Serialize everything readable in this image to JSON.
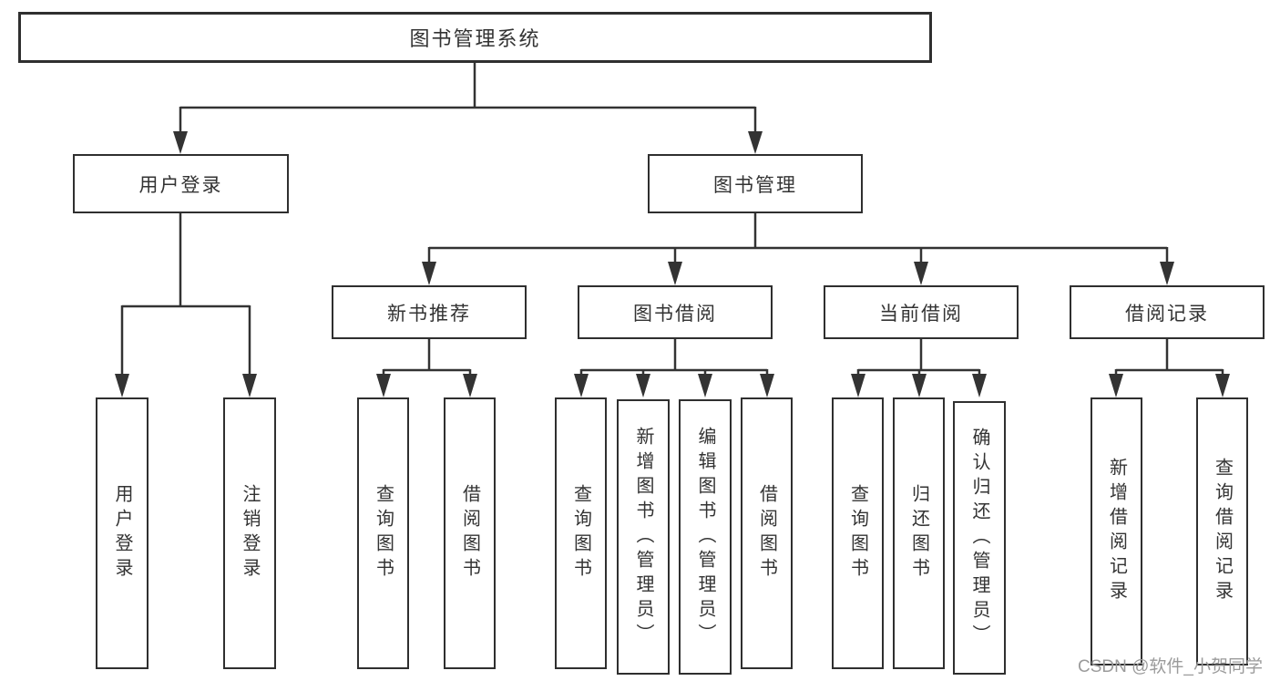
{
  "root": {
    "label": "图书管理系统"
  },
  "level2": {
    "user_login": {
      "label": "用户登录"
    },
    "book_mgmt": {
      "label": "图书管理"
    }
  },
  "level3": {
    "new_books": {
      "label": "新书推荐"
    },
    "book_borrow": {
      "label": "图书借阅"
    },
    "current_borrow": {
      "label": "当前借阅"
    },
    "borrow_records": {
      "label": "借阅记录"
    }
  },
  "leaves": {
    "user_login": {
      "label": "用户登录"
    },
    "logout_login": {
      "label": "注销登录"
    },
    "newbooks_query_books": {
      "label": "查询图书"
    },
    "newbooks_borrow_books": {
      "label": "借阅图书"
    },
    "borrow_query_books": {
      "label": "查询图书"
    },
    "borrow_add_books": {
      "label": "新增图书（管理员）"
    },
    "borrow_edit_books": {
      "label": "编辑图书（管理员）"
    },
    "borrow_borrow_books": {
      "label": "借阅图书"
    },
    "current_query_books": {
      "label": "查询图书"
    },
    "current_return_books": {
      "label": "归还图书"
    },
    "current_confirm_return": {
      "label": "确认归还（管理员）"
    },
    "records_add_record": {
      "label": "新增借阅记录"
    },
    "records_query_record": {
      "label": "查询借阅记录"
    }
  },
  "watermark": {
    "text": "CSDN @软件_小贺同学"
  },
  "colors": {
    "line": "#333333",
    "box_border": "#2f2f2f",
    "box_fill": "#ffffff",
    "text": "#333333",
    "watermark": "#9b9b9b"
  }
}
